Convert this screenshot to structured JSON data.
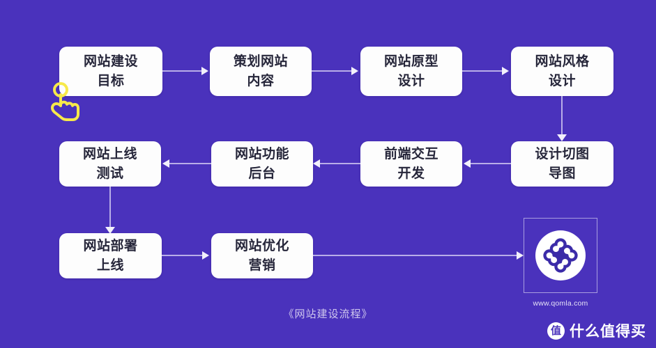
{
  "canvas": {
    "background_color": "#4a32bc",
    "node_fill_color": "#fdfdfd",
    "node_text_color": "#26263a",
    "connector_color": "#b9aee8",
    "cursor_color": "#f7e94a"
  },
  "diagram": {
    "caption": "《网站建设流程》",
    "nodes": [
      {
        "id": "n1",
        "label": "网站建设\n目标",
        "row": 1,
        "order": 1
      },
      {
        "id": "n2",
        "label": "策划网站\n内容",
        "row": 1,
        "order": 2
      },
      {
        "id": "n3",
        "label": "网站原型\n设计",
        "row": 1,
        "order": 3
      },
      {
        "id": "n4",
        "label": "网站风格\n设计",
        "row": 1,
        "order": 4
      },
      {
        "id": "n5",
        "label": "设计切图\n导图",
        "row": 2,
        "order": 1
      },
      {
        "id": "n6",
        "label": "前端交互\n开发",
        "row": 2,
        "order": 2
      },
      {
        "id": "n7",
        "label": "网站功能\n后台",
        "row": 2,
        "order": 3
      },
      {
        "id": "n8",
        "label": "网站上线\n测试",
        "row": 2,
        "order": 4
      },
      {
        "id": "n9",
        "label": "网站部署\n上线",
        "row": 3,
        "order": 1
      },
      {
        "id": "n10",
        "label": "网站优化\n营销",
        "row": 3,
        "order": 2
      }
    ],
    "edges": [
      {
        "from": "n1",
        "to": "n2",
        "direction": "right"
      },
      {
        "from": "n2",
        "to": "n3",
        "direction": "right"
      },
      {
        "from": "n3",
        "to": "n4",
        "direction": "right"
      },
      {
        "from": "n4",
        "to": "n5",
        "direction": "down"
      },
      {
        "from": "n5",
        "to": "n6",
        "direction": "left"
      },
      {
        "from": "n6",
        "to": "n7",
        "direction": "left"
      },
      {
        "from": "n7",
        "to": "n8",
        "direction": "left"
      },
      {
        "from": "n8",
        "to": "n9",
        "direction": "down"
      },
      {
        "from": "n9",
        "to": "n10",
        "direction": "right"
      },
      {
        "from": "n10",
        "to": "logo-box",
        "direction": "right"
      }
    ]
  },
  "cursor": {
    "icon": "tap-hand-cursor",
    "color": "#f7e94a"
  },
  "brand": {
    "logo_icon": "qomla-clover-logo",
    "url": "www.qomla.com"
  },
  "watermark": {
    "badge_char": "值",
    "text": "什么值得买"
  }
}
